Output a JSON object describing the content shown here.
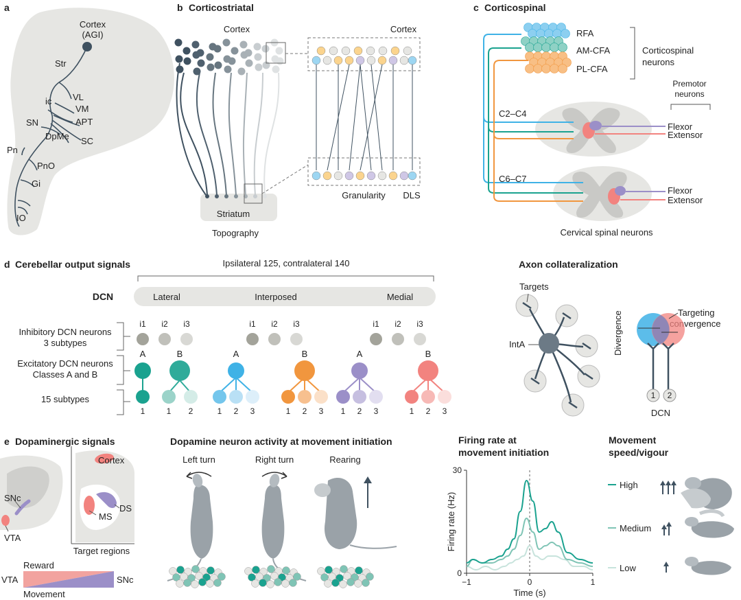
{
  "panel_a": {
    "letter": "a",
    "labels": [
      "Cortex",
      "(AGI)",
      "Str",
      "VL",
      "ic",
      "VM",
      "SN",
      "APT",
      "DpMe",
      "SC",
      "Pn",
      "PnO",
      "Gi",
      "IO"
    ]
  },
  "panel_b": {
    "letter": "b",
    "title": "Corticostriatal",
    "cortex_left": "Cortex",
    "cortex_right": "Cortex",
    "striatum": "Striatum",
    "topography": "Topography",
    "granularity": "Granularity",
    "dls": "DLS"
  },
  "panel_c": {
    "letter": "c",
    "title": "Corticospinal",
    "rfa": "RFA",
    "amcfa": "AM-CFA",
    "plcfa": "PL-CFA",
    "corticospinal_1": "Corticospinal",
    "corticospinal_2": "neurons",
    "premotor_1": "Premotor",
    "premotor_2": "neurons",
    "c2c4": "C2–C4",
    "c6c7": "C6–C7",
    "flexor": "Flexor",
    "extensor": "Extensor",
    "cervical": "Cervical spinal neurons"
  },
  "panel_d": {
    "letter": "d",
    "title": "Cerebellar output signals",
    "ipsi": "Ipsilateral 125, contralateral 140",
    "dcn": "DCN",
    "nuclei": [
      "Lateral",
      "Interposed",
      "Medial"
    ],
    "inhib_1": "Inhibitory DCN neurons",
    "inhib_2": "3 subtypes",
    "excit_1": "Excitatory DCN neurons",
    "excit_2": "Classes A and B",
    "subtypes": "15 subtypes",
    "i_labels": [
      "i1",
      "i2",
      "i3"
    ],
    "class_a": "A",
    "class_b": "B",
    "n1": "1",
    "n2": "2",
    "n3": "3",
    "axon_title": "Axon collateralization",
    "targets": "Targets",
    "inta": "IntA",
    "divergence": "Divergence",
    "targeting_1": "Targeting",
    "targeting_2": "convergence",
    "dcn_bottom": "DCN"
  },
  "panel_e": {
    "letter": "e",
    "title": "Dopaminergic signals",
    "cortex": "Cortex",
    "snc": "SNc",
    "ds": "DS",
    "ms": "MS",
    "vta": "VTA",
    "target_regions": "Target regions",
    "reward": "Reward",
    "movement": "Movement",
    "vta_bar": "VTA",
    "snc_bar": "SNc",
    "activity_title": "Dopamine neuron activity at movement initiation",
    "left_turn": "Left turn",
    "right_turn": "Right turn",
    "rearing": "Rearing",
    "fr_title_1": "Firing rate at",
    "fr_title_2": "movement initiation",
    "speed_title_1": "Movement",
    "speed_title_2": "speed/vigour",
    "high": "High",
    "medium": "Medium",
    "low": "Low"
  },
  "colors": {
    "cyan": "#3fb2e6",
    "green": "#1aa28f",
    "orange": "#f1963e",
    "purple": "#9b8fc8",
    "red": "#f2837f",
    "dark": "#3f5160",
    "brain": "#e6e6e3"
  },
  "chart_data": {
    "type": "line",
    "title": "",
    "xlabel": "Time (s)",
    "ylabel": "Firing rate (Hz)",
    "xlim": [
      -1,
      1
    ],
    "ylim": [
      0,
      30
    ],
    "x_ticks": [
      "−1",
      "0",
      "1"
    ],
    "y_ticks": [
      "0",
      "30"
    ],
    "series": [
      {
        "name": "High",
        "color": "#1aa28f",
        "x": [
          -1,
          -0.9,
          -0.75,
          -0.6,
          -0.45,
          -0.35,
          -0.25,
          -0.15,
          -0.05,
          0.05,
          0.15,
          0.25,
          0.35,
          0.45,
          0.6,
          0.8,
          1
        ],
        "y": [
          3,
          4,
          3,
          4,
          5,
          7,
          10,
          18,
          27,
          21,
          12,
          13,
          15,
          12,
          6,
          4,
          3
        ]
      },
      {
        "name": "Medium",
        "color": "#7fc4b5",
        "x": [
          -1,
          -0.9,
          -0.75,
          -0.6,
          -0.45,
          -0.35,
          -0.25,
          -0.15,
          -0.05,
          0.05,
          0.15,
          0.25,
          0.35,
          0.45,
          0.6,
          0.8,
          1
        ],
        "y": [
          2,
          4,
          3,
          3,
          4,
          5,
          7,
          11,
          16,
          12,
          7,
          8,
          9,
          8,
          4,
          3,
          2
        ]
      },
      {
        "name": "Low",
        "color": "#c7e3dc",
        "x": [
          -1,
          -0.85,
          -0.7,
          -0.55,
          -0.4,
          -0.3,
          -0.2,
          -0.1,
          0,
          0.1,
          0.2,
          0.3,
          0.4,
          0.55,
          0.7,
          0.85,
          1
        ],
        "y": [
          2,
          1,
          2,
          1,
          2,
          3,
          4,
          5,
          8,
          5,
          4,
          5,
          5,
          4,
          2,
          2,
          1
        ]
      }
    ]
  }
}
